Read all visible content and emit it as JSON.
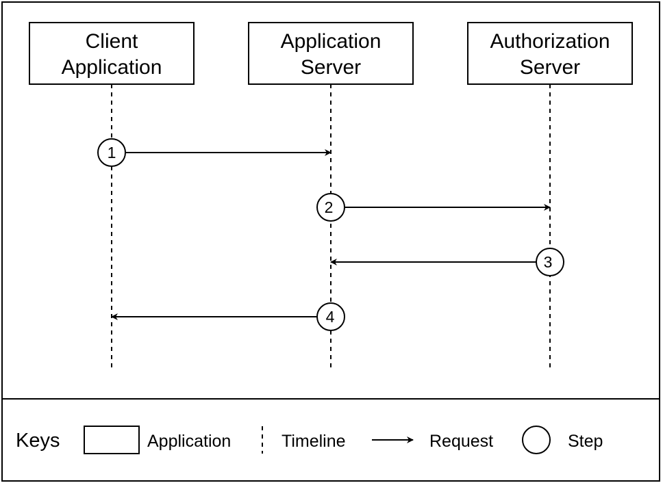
{
  "participants": [
    {
      "id": "client",
      "lines": [
        "Client",
        "Application"
      ]
    },
    {
      "id": "appserver",
      "lines": [
        "Application",
        "Server"
      ]
    },
    {
      "id": "authserver",
      "lines": [
        "Authorization",
        "Server"
      ]
    }
  ],
  "steps": [
    {
      "label": "1",
      "from": "client",
      "to": "appserver"
    },
    {
      "label": "2",
      "from": "appserver",
      "to": "authserver"
    },
    {
      "label": "3",
      "from": "authserver",
      "to": "appserver"
    },
    {
      "label": "4",
      "from": "appserver",
      "to": "client"
    }
  ],
  "keys": {
    "title": "Keys",
    "application": "Application",
    "timeline": "Timeline",
    "request": "Request",
    "step": "Step"
  }
}
